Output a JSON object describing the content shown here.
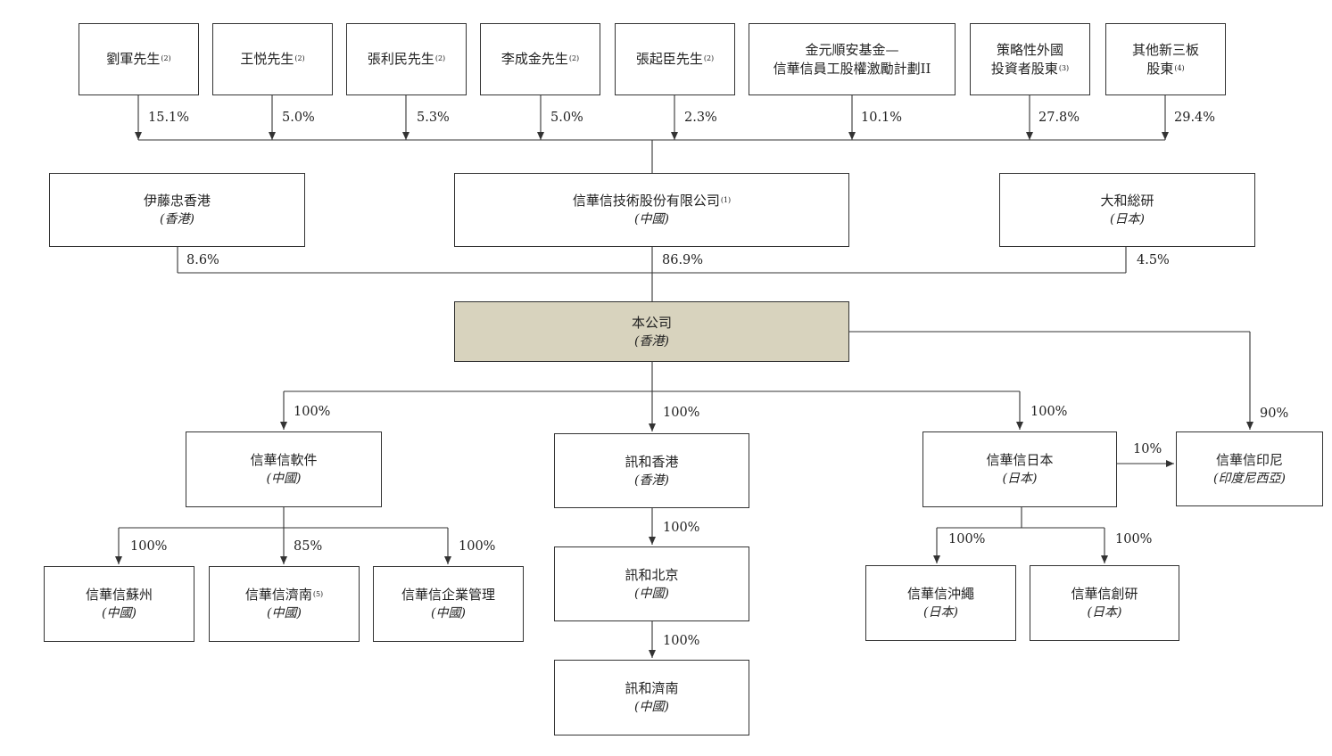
{
  "shareholders": [
    {
      "id": "liu",
      "name": "劉軍先生",
      "note": "(2)",
      "pct": "15.1%"
    },
    {
      "id": "wang",
      "name": "王悦先生",
      "note": "(2)",
      "pct": "5.0%"
    },
    {
      "id": "zhanglimin",
      "name": "張利民先生",
      "note": "(2)",
      "pct": "5.3%"
    },
    {
      "id": "li",
      "name": "李成金先生",
      "note": "(2)",
      "pct": "5.0%"
    },
    {
      "id": "zhangqichen",
      "name": "張起臣先生",
      "note": "(2)",
      "pct": "2.3%"
    },
    {
      "id": "fund",
      "name": "金元順安基金—",
      "name2": "信華信員工股權激勵計劃II",
      "note": "",
      "pct": "10.1%"
    },
    {
      "id": "strategic",
      "name": "策略性外國",
      "name2": "投資者股東",
      "note": "(3)",
      "pct": "27.8%"
    },
    {
      "id": "neeq",
      "name": "其他新三板",
      "name2": "股東",
      "note": "(4)",
      "pct": "29.4%"
    }
  ],
  "entities": {
    "itochu": {
      "name": "伊藤忠香港",
      "sub": "(香港)",
      "note": ""
    },
    "parent": {
      "name": "信華信技術股份有限公司",
      "sub": "(中國)",
      "note": "(1)"
    },
    "daiwa": {
      "name": "大和総研",
      "sub": "(日本)",
      "note": ""
    },
    "company": {
      "name": "本公司",
      "sub": "(香港)",
      "note": ""
    },
    "software": {
      "name": "信華信軟件",
      "sub": "(中國)",
      "note": ""
    },
    "xunhe_hk": {
      "name": "訊和香港",
      "sub": "(香港)",
      "note": ""
    },
    "japan": {
      "name": "信華信日本",
      "sub": "(日本)",
      "note": ""
    },
    "indonesia": {
      "name": "信華信印尼",
      "sub": "(印度尼西亞)",
      "note": ""
    },
    "suzhou": {
      "name": "信華信蘇州",
      "sub": "(中國)",
      "note": ""
    },
    "jinan": {
      "name": "信華信濟南",
      "sub": "(中國)",
      "note": "(5)"
    },
    "enterprise": {
      "name": "信華信企業管理",
      "sub": "(中國)",
      "note": ""
    },
    "xunhe_bj": {
      "name": "訊和北京",
      "sub": "(中國)",
      "note": ""
    },
    "xunhe_jn": {
      "name": "訊和濟南",
      "sub": "(中國)",
      "note": ""
    },
    "okinawa": {
      "name": "信華信沖繩",
      "sub": "(日本)",
      "note": ""
    },
    "soken": {
      "name": "信華信創研",
      "sub": "(日本)",
      "note": ""
    }
  },
  "ownership": {
    "itochu_company": "8.6%",
    "parent_company": "86.9%",
    "daiwa_company": "4.5%",
    "company_software": "100%",
    "company_xunhe_hk": "100%",
    "company_japan": "100%",
    "company_indonesia": "90%",
    "japan_indonesia": "10%",
    "software_suzhou": "100%",
    "software_jinan": "85%",
    "software_enterprise": "100%",
    "xunhe_hk_bj": "100%",
    "xunhe_bj_jn": "100%",
    "japan_okinawa": "100%",
    "japan_soken": "100%"
  },
  "colors": {
    "company_fill": "#d8d3be",
    "line": "#333333"
  }
}
